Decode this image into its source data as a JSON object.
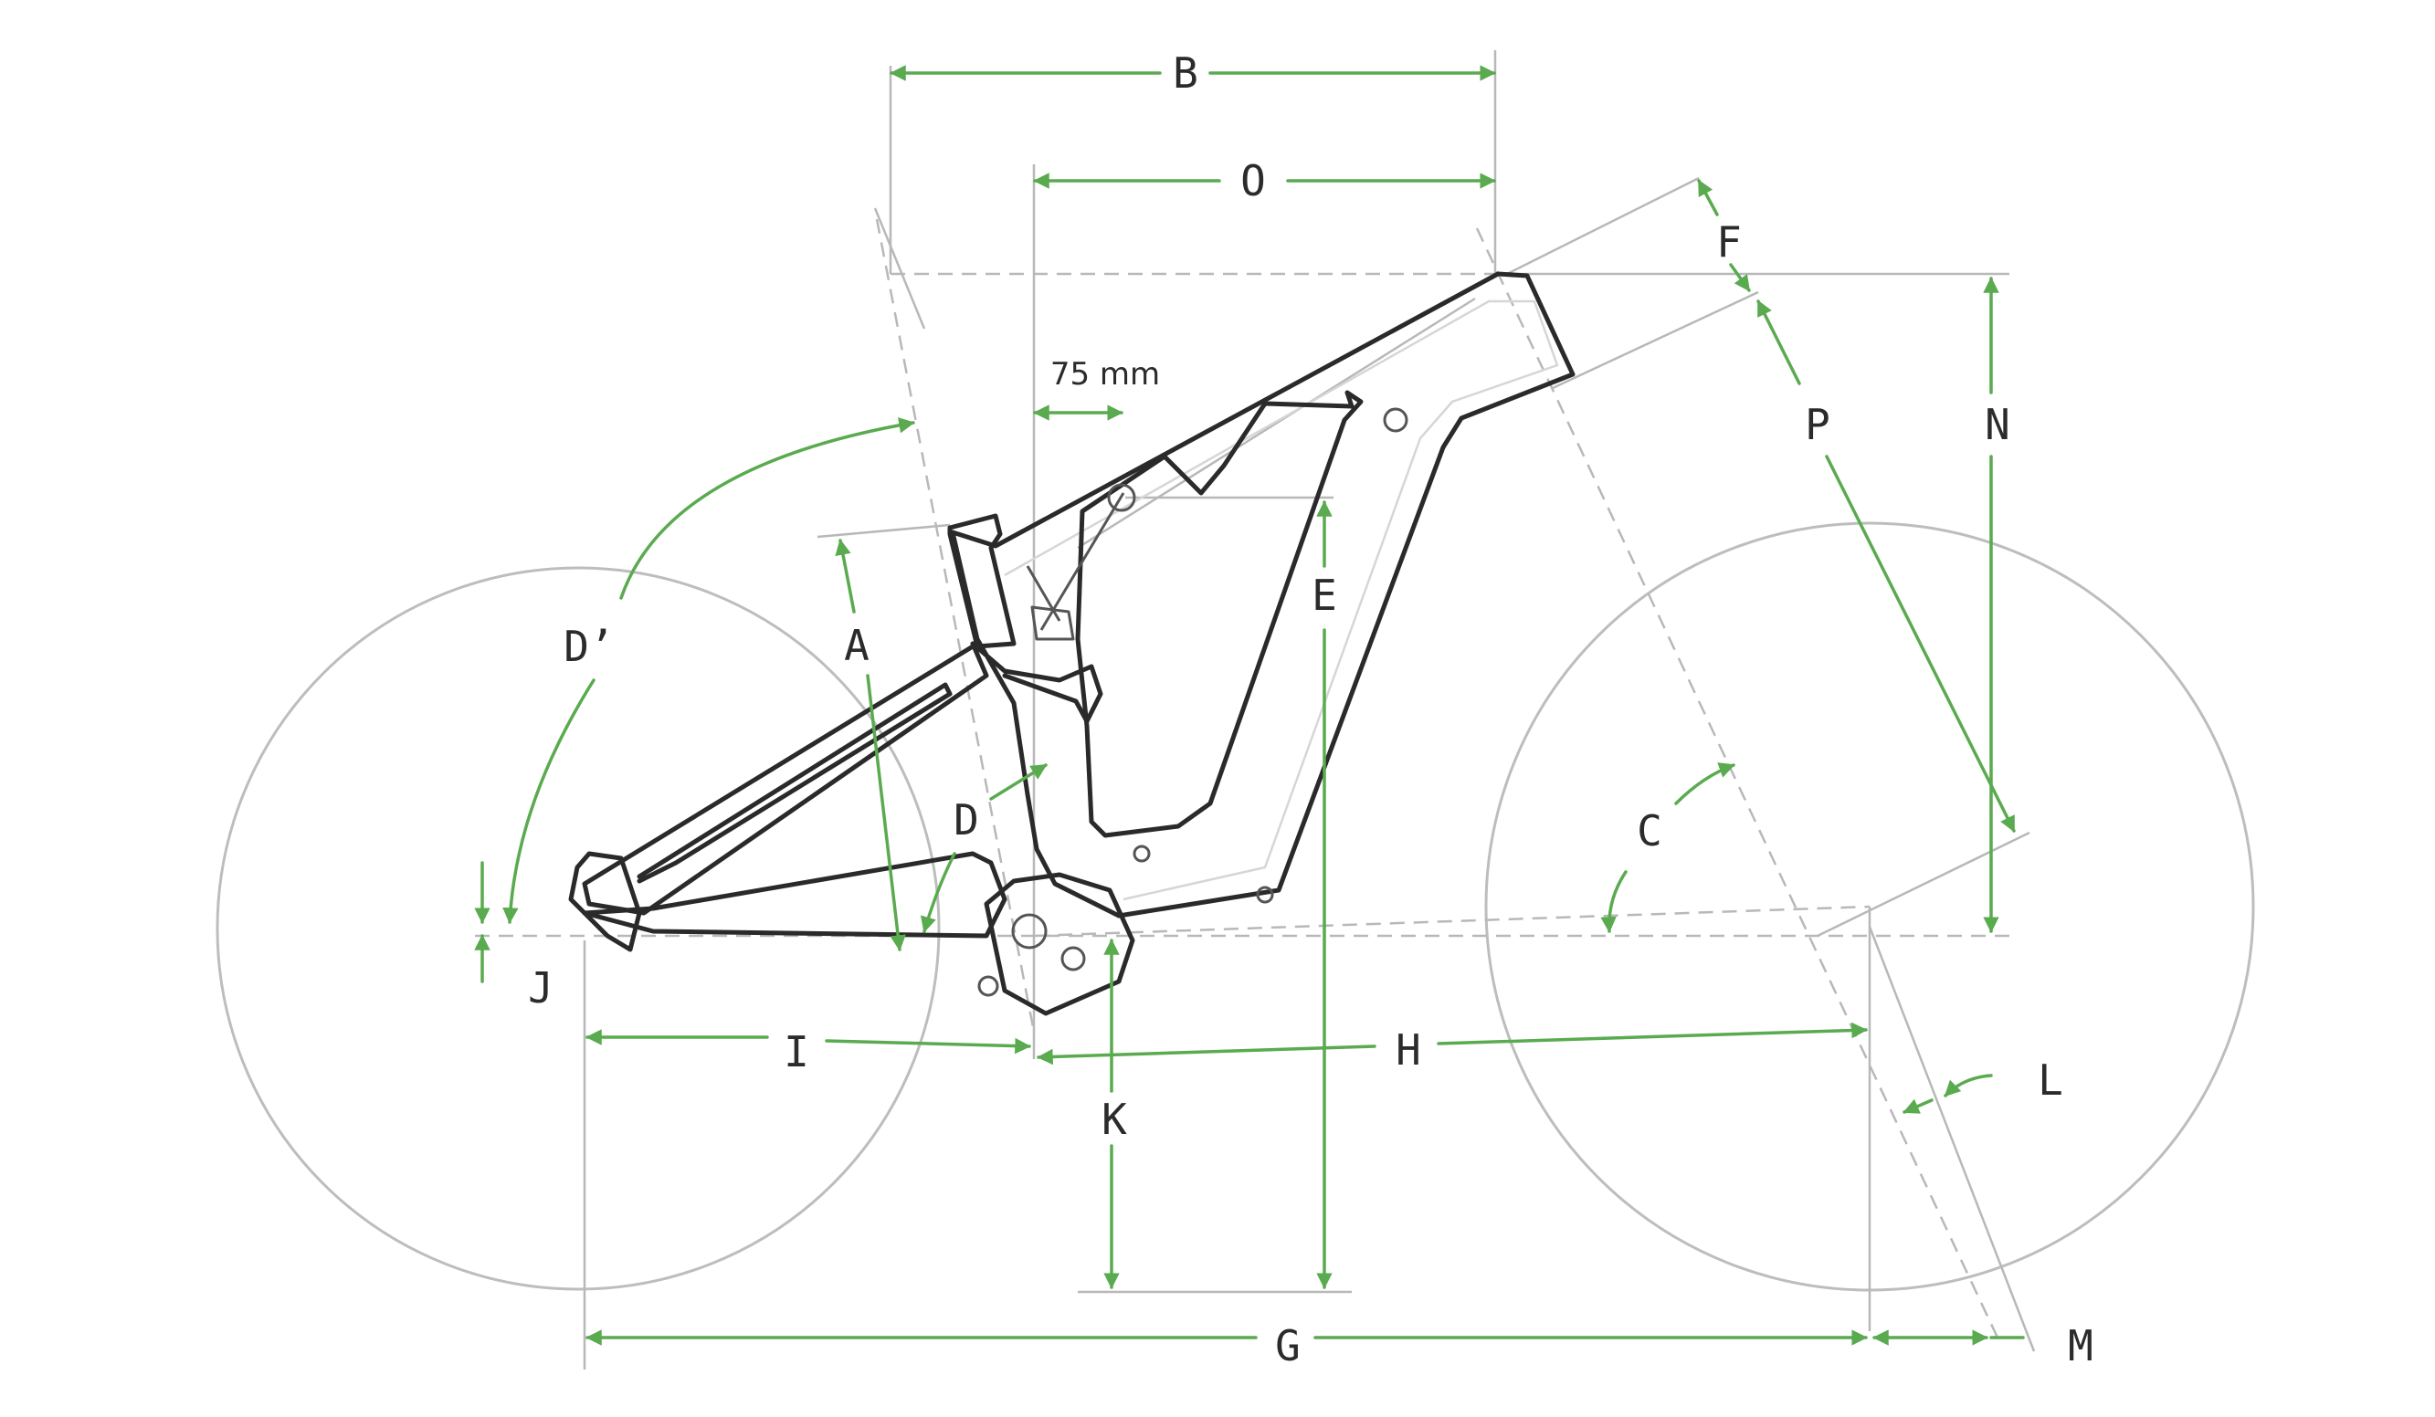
{
  "accent_color": "#5aaa4f",
  "labels": {
    "A": "A",
    "B": "B",
    "C": "C",
    "D": "D",
    "D_prime": "D’",
    "E": "E",
    "F": "F",
    "G": "G",
    "H": "H",
    "I": "I",
    "J": "J",
    "K": "K",
    "L": "L",
    "M": "M",
    "N": "N",
    "O": "O",
    "P": "P",
    "offset_75": "75 mm"
  }
}
